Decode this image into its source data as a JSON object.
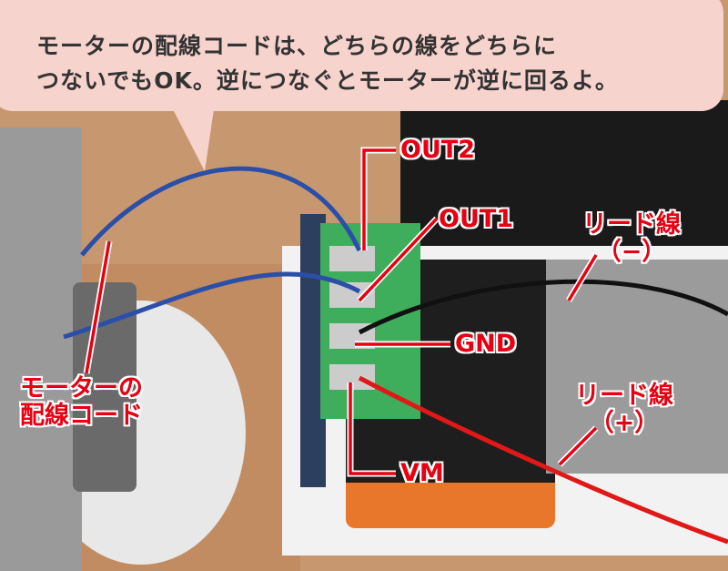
{
  "caption": {
    "line1": "モーターの配線コードは、どちらの線をどちらに",
    "line2": "つないでもOK。逆につなぐとモーターが逆に回るよ。"
  },
  "labels": {
    "out2": "OUT2",
    "out1": "OUT1",
    "gnd": "GND",
    "vm": "VM",
    "lead_minus_1": "リード線",
    "lead_minus_2": "（−）",
    "lead_plus_1": "リード線",
    "lead_plus_2": "（+）",
    "motor_cord_1": "モーターの",
    "motor_cord_2": "配線コード"
  },
  "colors": {
    "accent": "#e60012",
    "bubble": "#f7d3cd",
    "terminal": "#3fae5c"
  }
}
